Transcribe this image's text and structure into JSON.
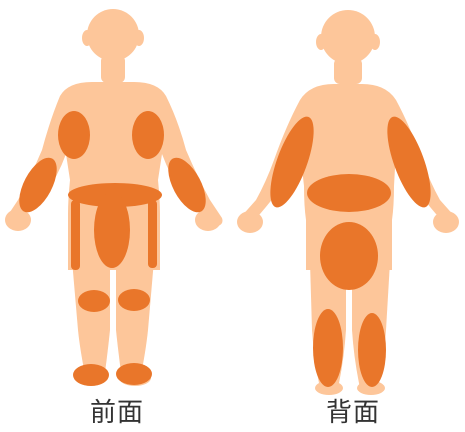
{
  "colors": {
    "skin": "#FDC69A",
    "highlight": "#E9762A",
    "text": "#333333"
  },
  "figures": {
    "front": {
      "label": "前面",
      "highlighted_regions": [
        "left-chest",
        "right-chest",
        "left-forearm",
        "right-forearm",
        "abdomen",
        "left-outer-thigh",
        "front-thigh",
        "right-outer-thigh",
        "left-knee",
        "right-knee",
        "left-foot",
        "right-foot"
      ]
    },
    "back": {
      "label": "背面",
      "highlighted_regions": [
        "left-arm",
        "right-arm",
        "lower-back",
        "buttocks",
        "left-calf",
        "right-calf"
      ]
    }
  }
}
